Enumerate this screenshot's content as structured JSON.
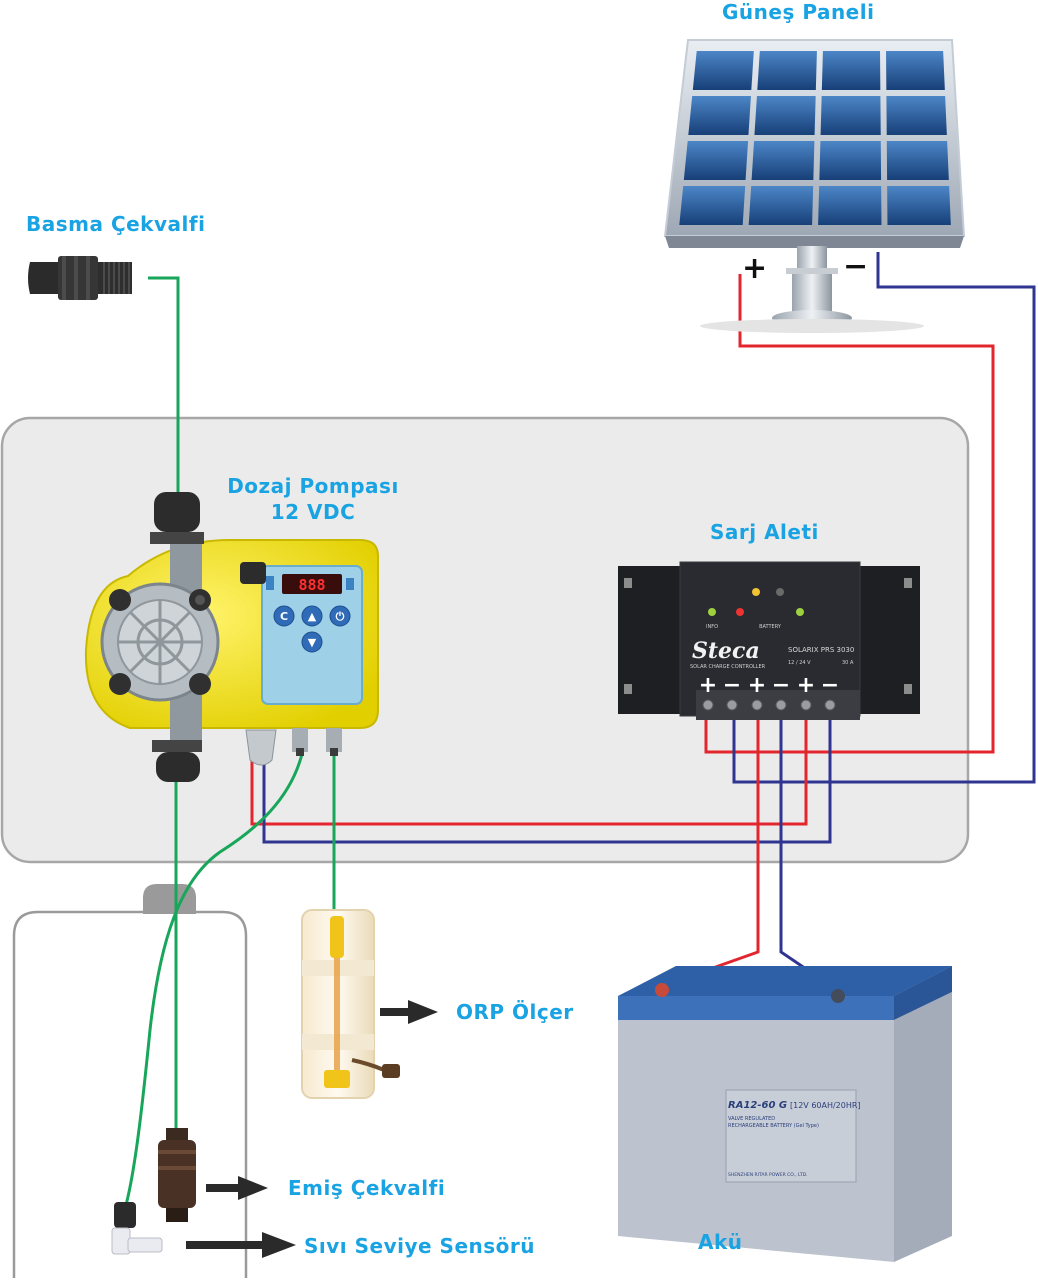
{
  "labels": {
    "solar_panel": "Güneş Paneli",
    "discharge_valve": "Basma Çekvalfi",
    "dosing_pump_line1": "Dozaj Pompası",
    "dosing_pump_line2": "12 VDC",
    "charger": "Sarj Aleti",
    "orp_meter": "ORP Ölçer",
    "suction_valve": "Emiş Çekvalfi",
    "level_sensor": "Sıvı Seviye Sensörü",
    "battery": "Akü"
  },
  "panel_polarity": {
    "plus": "+",
    "minus": "−"
  },
  "charger_device": {
    "brand": "Steca",
    "brand_sub": "SOLAR CHARGE CONTROLLER",
    "model": "SOLARIX PRS 3030",
    "voltage": "12 / 24 V",
    "current": "30 A",
    "led_info": "INFO",
    "led_battery": "BATTERY",
    "terminals": [
      "+",
      "−",
      "+",
      "−",
      "+",
      "−"
    ]
  },
  "battery_device": {
    "model": "RA12-60 G",
    "spec": "[12V 60AH/20HR]",
    "type_line1": "VALVE REGULATED",
    "type_line2": "RECHARGEABLE BATTERY (Gel Type)",
    "maker": "SHENZHEN RITAR POWER CO., LTD."
  },
  "pump_device": {
    "display": "888",
    "buttons": [
      "C",
      "▲",
      "⏻",
      "▼"
    ]
  },
  "colors": {
    "label_blue": "#1aa3e3",
    "wire_red": "#e3262d",
    "wire_blue": "#2f3591",
    "hose_green": "#18a65a",
    "pump_yellow": "#f4e51c",
    "panel_cell": "#1f4f8f"
  }
}
